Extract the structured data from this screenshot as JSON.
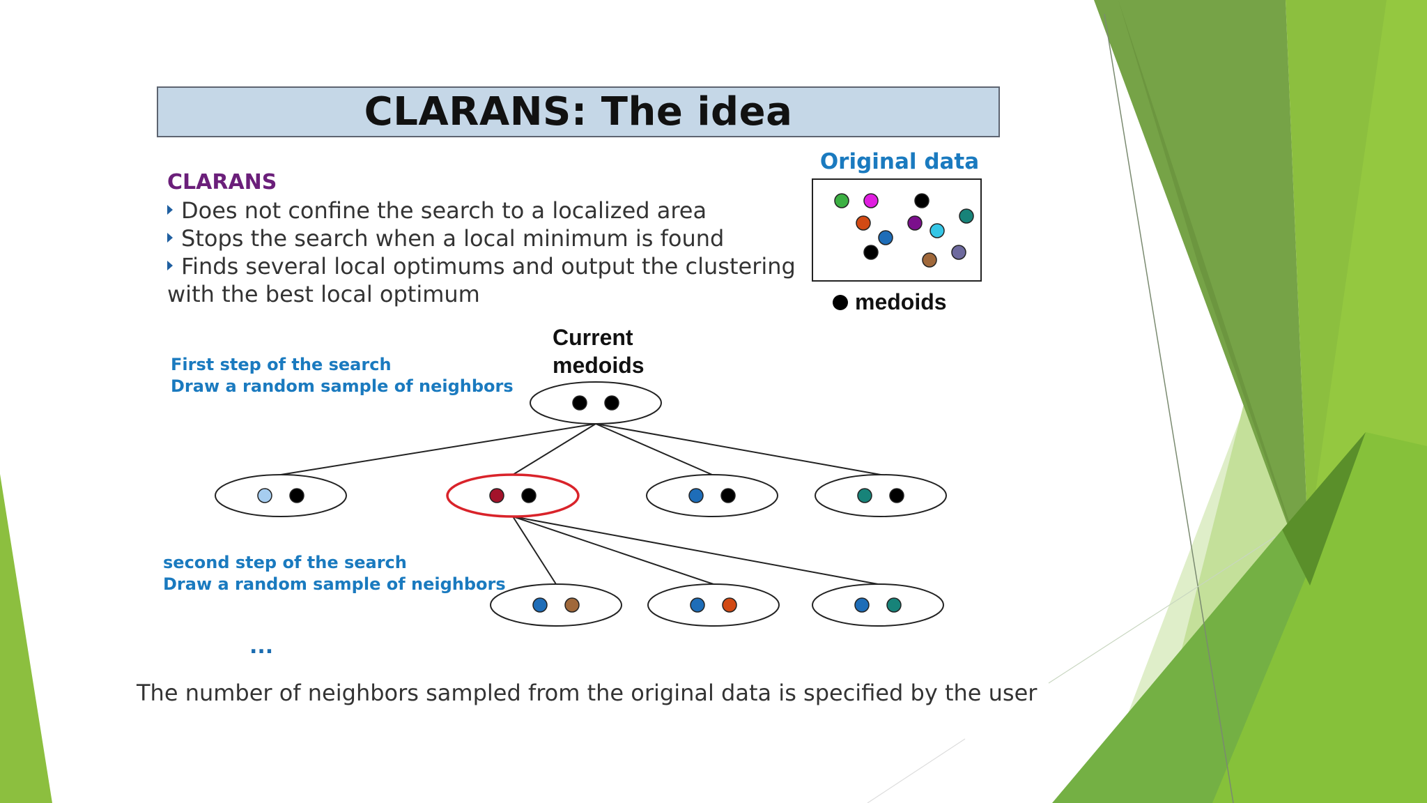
{
  "slide": {
    "title": "CLARANS: The idea",
    "heading": "CLARANS",
    "bullets": [
      "Does not confine the search to a localized area",
      "Stops the search  when a local minimum is found",
      "Finds several local optimums and output the clustering"
    ],
    "bullet_continuation": "with the best local optimum",
    "original_data_label": "Original data",
    "medoids_legend": "medoids",
    "current_medoids": [
      "Current",
      "medoids"
    ],
    "first_step": [
      "First step of the search",
      "Draw a random sample of neighbors"
    ],
    "second_step": [
      "second step of the search",
      "Draw a random sample of neighbors"
    ],
    "ellipsis": "...",
    "footer": "The number of neighbors sampled from the original data is specified by the user"
  },
  "colors": {
    "title_fill": "#c5d7e7",
    "heading": "#6b1f7a",
    "step_text": "#1a7abf",
    "selected_outline": "#d9232a",
    "theme_green_dark": "#76a347",
    "theme_green": "#8cbf3f",
    "theme_green_light": "#dfeec9"
  },
  "points": {
    "green": "#3cb043",
    "magenta": "#e01ee0",
    "black": "#000000",
    "orange": "#d24a14",
    "purple": "#7b0f8c",
    "teal": "#178379",
    "blue": "#1e6db8",
    "cyan": "#35c6e6",
    "brown": "#a0683a",
    "slate": "#6e6a9e",
    "darkred": "#a3132b",
    "lightblue": "#a6cdf0"
  },
  "diagram": {
    "original_data_points": [
      "green",
      "magenta",
      "black",
      "orange",
      "purple",
      "teal",
      "blue",
      "cyan",
      "black",
      "brown",
      "slate"
    ],
    "root": [
      "black",
      "black"
    ],
    "level1": [
      [
        "lightblue",
        "black"
      ],
      [
        "darkred",
        "black"
      ],
      [
        "blue",
        "black"
      ],
      [
        "teal",
        "black"
      ]
    ],
    "selected_neighbor": 1,
    "level2": [
      [
        "blue",
        "brown"
      ],
      [
        "blue",
        "orange"
      ],
      [
        "blue",
        "teal"
      ]
    ]
  }
}
